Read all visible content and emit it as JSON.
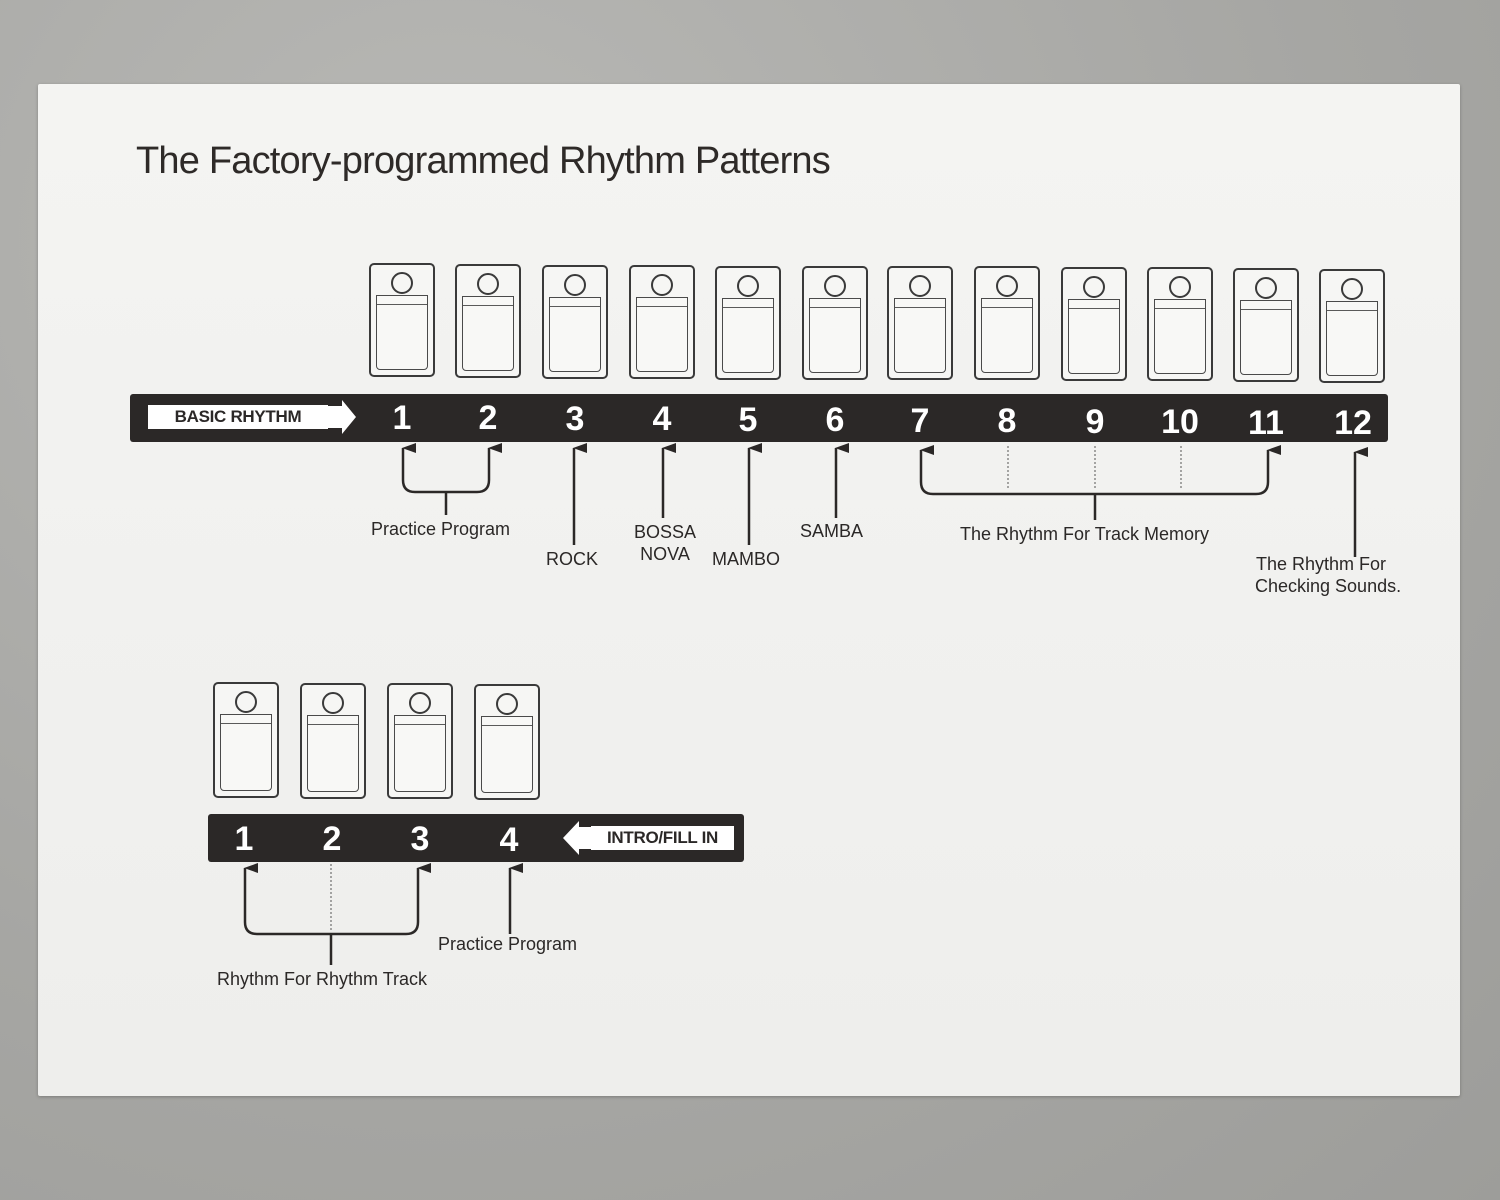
{
  "title": "The Factory-programmed Rhythm Patterns",
  "basic_rhythm": {
    "label": "BASIC RHYTHM",
    "numbers": [
      "1",
      "2",
      "3",
      "4",
      "5",
      "6",
      "7",
      "8",
      "9",
      "10",
      "11",
      "12"
    ],
    "practice_program": "Practice Program",
    "rock": "ROCK",
    "bossa_nova_1": "BOSSA",
    "bossa_nova_2": "NOVA",
    "mambo": "MAMBO",
    "samba": "SAMBA",
    "track_memory": "The Rhythm For Track Memory",
    "checking_1": "The Rhythm For",
    "checking_2": "Checking Sounds."
  },
  "intro_fill": {
    "label": "INTRO/FILL IN",
    "numbers": [
      "1",
      "2",
      "3",
      "4"
    ],
    "rhythm_track": "Rhythm For Rhythm Track",
    "practice_program": "Practice Program"
  },
  "colors": {
    "strip": "#2b2827",
    "paper": "#f1f1ef",
    "ink": "#2b2827"
  }
}
